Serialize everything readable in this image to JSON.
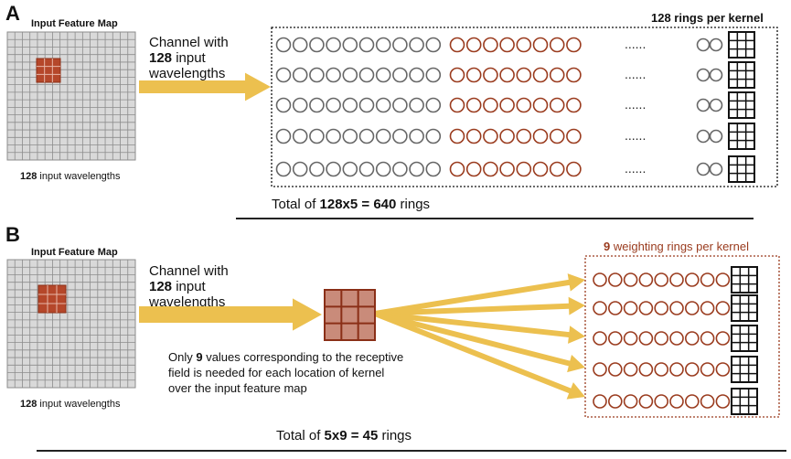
{
  "panelA": {
    "letter": "A",
    "map_title": "Input Feature Map",
    "map_caption_bold": "128",
    "map_caption_rest": " input wavelengths",
    "channel_line1": "Channel with",
    "channel_bold": "128",
    "channel_line2_rest": " input",
    "channel_line3": "wavelengths",
    "kernel_label": "128 rings per kernel",
    "dots": "......",
    "total_prefix": "Total of ",
    "total_bold": "128x5 = 640",
    "total_suffix": " rings"
  },
  "panelB": {
    "letter": "B",
    "map_title": "Input Feature Map",
    "map_caption_bold": "128",
    "map_caption_rest": " input wavelengths",
    "channel_line1": "Channel with",
    "channel_bold": "128",
    "channel_line2_rest": " input",
    "channel_line3": "wavelengths",
    "note_pre": "Only ",
    "note_bold": "9",
    "note_post": " values corresponding to the receptive field is needed for each location of kernel over the input feature map",
    "kernel_bold": "9",
    "kernel_rest": " weighting rings per kernel",
    "total_prefix": "Total of ",
    "total_bold": "5x9 = 45",
    "total_suffix": " rings"
  },
  "colors": {
    "grid_fill": "#d9d9d9",
    "grid_line": "#8c8c8c",
    "highlight": "#b5472a",
    "ring_gray": "#666666",
    "ring_red": "#9a3b1e",
    "arrow": "#ecc04f",
    "kernel_cell": "#c98b7a"
  }
}
